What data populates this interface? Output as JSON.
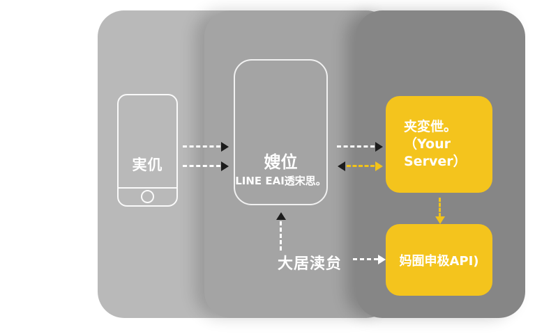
{
  "diagram": {
    "phone": {
      "label": "実仉"
    },
    "platform": {
      "title": "嫂位",
      "subtitle": "LINE EAI透宋思。"
    },
    "server_box": {
      "line1": "夹変伳。",
      "line2": "（Your Server）"
    },
    "api_box": {
      "label": "妈囿申极API)"
    },
    "bottom_label": "大居渎贠"
  },
  "colors": {
    "panel_light_gray": "#b9b9b9",
    "panel_mid_gray": "#a4a4a4",
    "panel_dark_gray": "#868686",
    "accent_yellow": "#f4c41d",
    "arrow_white": "#ffffff",
    "arrow_black": "#1c1c1c",
    "text_white": "#ffffff",
    "background": "#ffffff"
  }
}
